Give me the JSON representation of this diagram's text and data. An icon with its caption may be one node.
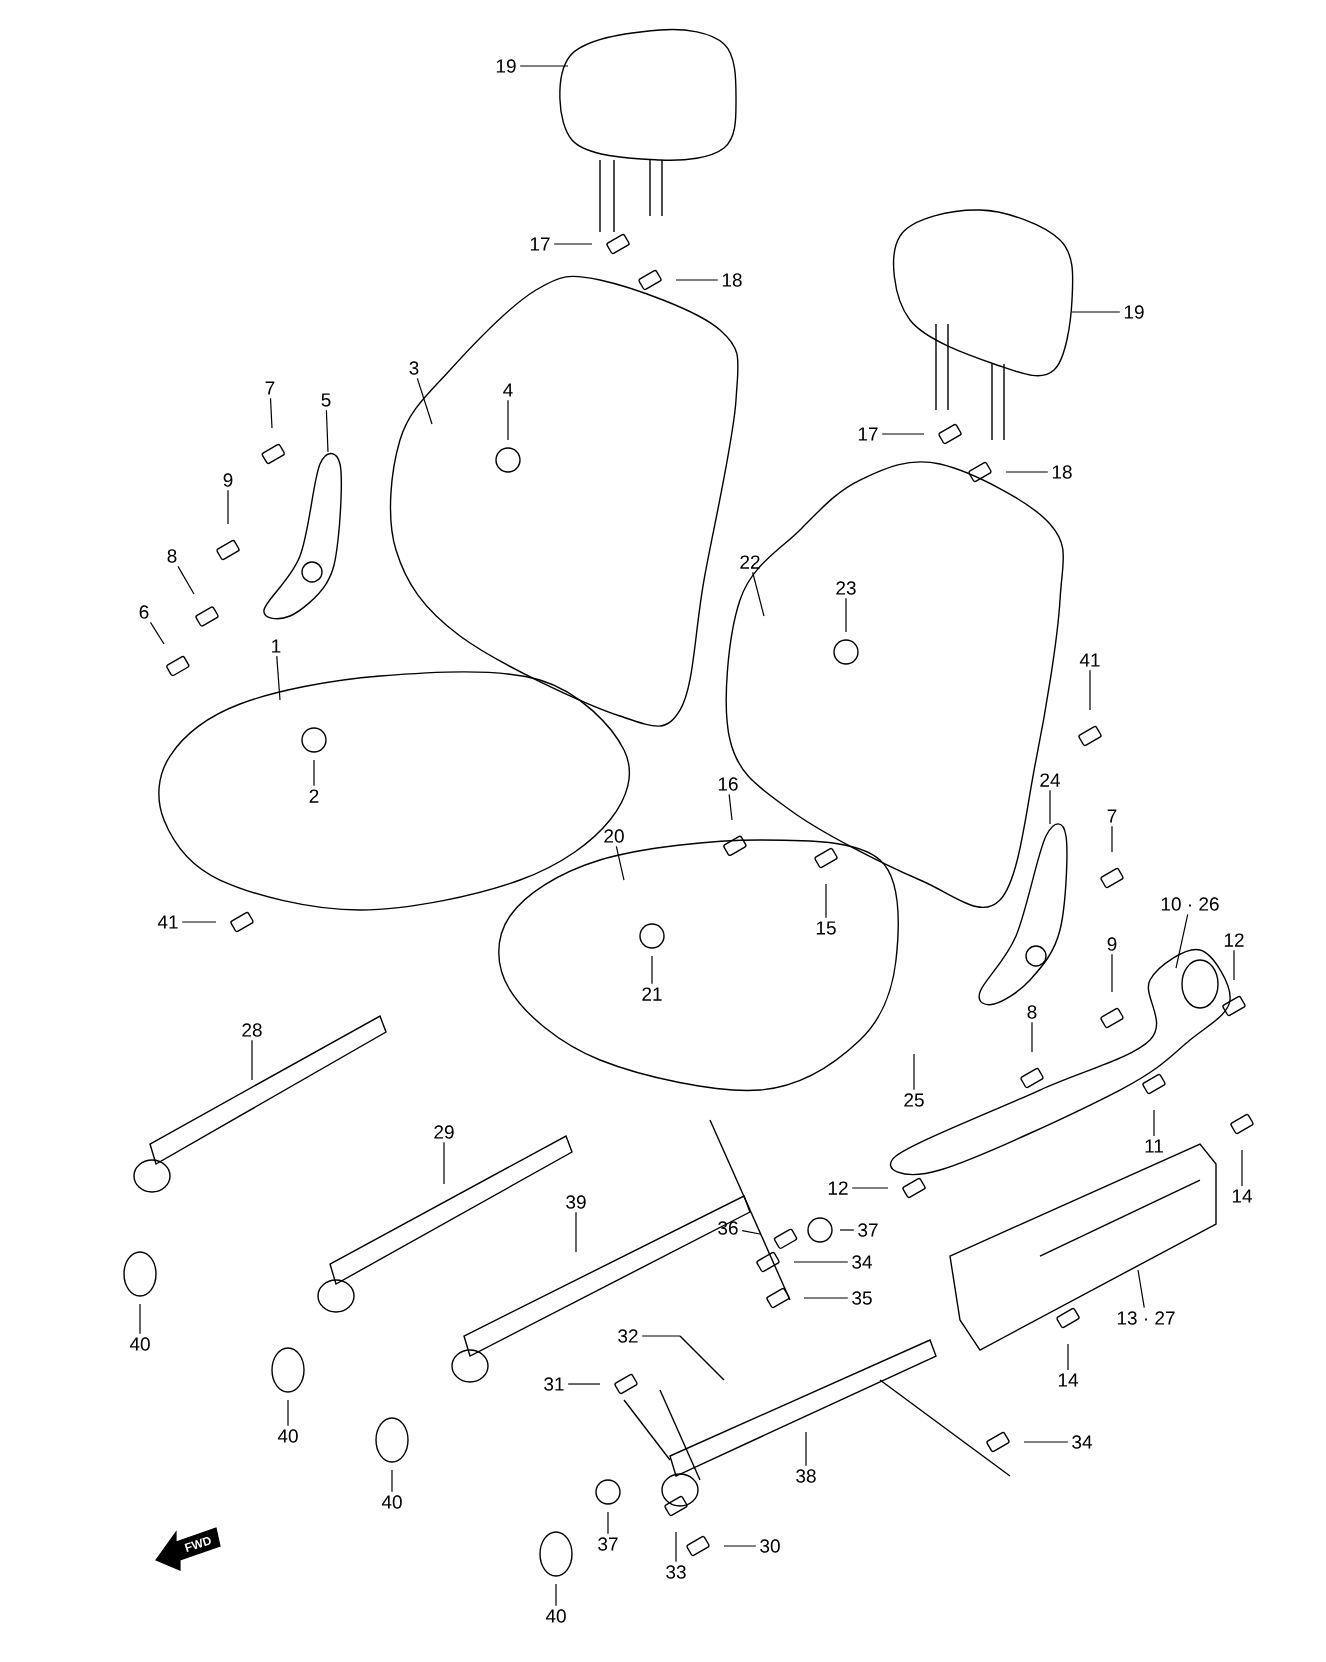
{
  "diagram": {
    "nodes": [
      {
        "text": [
          "19"
        ]
      },
      {
        "text": [
          "17"
        ]
      },
      {
        "text": [
          "18"
        ]
      },
      {
        "text": [
          "3"
        ]
      },
      {
        "text": [
          "4"
        ]
      },
      {
        "text": [
          "7"
        ]
      },
      {
        "text": [
          "5"
        ]
      },
      {
        "text": [
          "9"
        ]
      },
      {
        "text": [
          "8"
        ]
      },
      {
        "text": [
          "6"
        ]
      },
      {
        "text": [
          "1"
        ]
      },
      {
        "text": [
          "2"
        ]
      },
      {
        "text": [
          "19"
        ]
      },
      {
        "text": [
          "17"
        ]
      },
      {
        "text": [
          "18"
        ]
      },
      {
        "text": [
          "22"
        ]
      },
      {
        "text": [
          "23"
        ]
      },
      {
        "text": [
          "41"
        ]
      },
      {
        "text": [
          "16"
        ]
      },
      {
        "text": [
          "24"
        ]
      },
      {
        "text": [
          "7"
        ]
      },
      {
        "text": [
          "20"
        ]
      },
      {
        "text": [
          "15"
        ]
      },
      {
        "text": [
          "41"
        ]
      },
      {
        "text": [
          "10 · 26"
        ]
      },
      {
        "text": [
          "12"
        ]
      },
      {
        "text": [
          "9"
        ]
      },
      {
        "text": [
          "21"
        ]
      },
      {
        "text": [
          "8"
        ]
      },
      {
        "text": [
          "28"
        ]
      },
      {
        "text": [
          "25"
        ]
      },
      {
        "text": [
          "11"
        ]
      },
      {
        "text": [
          "29"
        ]
      },
      {
        "text": [
          "12"
        ]
      },
      {
        "text": [
          "14"
        ]
      },
      {
        "text": [
          "36"
        ]
      },
      {
        "text": [
          "37"
        ]
      },
      {
        "text": [
          "39"
        ]
      },
      {
        "text": [
          "34"
        ]
      },
      {
        "text": [
          "35"
        ]
      },
      {
        "text": [
          "32"
        ]
      },
      {
        "text": [
          "13 · 27"
        ]
      },
      {
        "text": [
          "40"
        ]
      },
      {
        "text": [
          "31"
        ]
      },
      {
        "text": [
          "14"
        ]
      },
      {
        "text": [
          "40"
        ]
      },
      {
        "text": [
          "34"
        ]
      },
      {
        "text": [
          "38"
        ]
      },
      {
        "text": [
          "40"
        ]
      },
      {
        "text": [
          "37"
        ]
      },
      {
        "text": [
          "33"
        ]
      },
      {
        "text": [
          "30"
        ]
      },
      {
        "text": [
          "40"
        ]
      }
    ],
    "edges": [
      {
        "from": 0,
        "to": null,
        "arrow": "none"
      },
      {
        "from": 1,
        "to": null,
        "arrow": "none"
      },
      {
        "from": 2,
        "to": null,
        "arrow": "none"
      },
      {
        "from": 3,
        "to": null,
        "arrow": "none"
      },
      {
        "from": 4,
        "to": null,
        "arrow": "none"
      },
      {
        "from": 5,
        "to": null,
        "arrow": "none"
      },
      {
        "from": 6,
        "to": null,
        "arrow": "none"
      },
      {
        "from": 7,
        "to": null,
        "arrow": "none"
      },
      {
        "from": 8,
        "to": null,
        "arrow": "none"
      },
      {
        "from": 9,
        "to": null,
        "arrow": "none"
      },
      {
        "from": 10,
        "to": null,
        "arrow": "none"
      },
      {
        "from": 11,
        "to": null,
        "arrow": "none"
      },
      {
        "from": 12,
        "to": null,
        "arrow": "none"
      },
      {
        "from": 13,
        "to": null,
        "arrow": "none"
      },
      {
        "from": 14,
        "to": null,
        "arrow": "none"
      },
      {
        "from": 15,
        "to": null,
        "arrow": "none"
      },
      {
        "from": 16,
        "to": null,
        "arrow": "none"
      },
      {
        "from": 17,
        "to": null,
        "arrow": "none"
      },
      {
        "from": 18,
        "to": null,
        "arrow": "none"
      },
      {
        "from": 19,
        "to": null,
        "arrow": "none"
      },
      {
        "from": 20,
        "to": null,
        "arrow": "none"
      },
      {
        "from": 21,
        "to": null,
        "arrow": "none"
      },
      {
        "from": 22,
        "to": null,
        "arrow": "none"
      },
      {
        "from": 23,
        "to": null,
        "arrow": "none"
      },
      {
        "from": 24,
        "to": null,
        "arrow": "none"
      },
      {
        "from": 25,
        "to": null,
        "arrow": "none"
      },
      {
        "from": 26,
        "to": null,
        "arrow": "none"
      },
      {
        "from": 27,
        "to": null,
        "arrow": "none"
      },
      {
        "from": 28,
        "to": null,
        "arrow": "none"
      },
      {
        "from": 29,
        "to": null,
        "arrow": "none"
      },
      {
        "from": 30,
        "to": null,
        "arrow": "none"
      },
      {
        "from": 31,
        "to": null,
        "arrow": "none"
      },
      {
        "from": 32,
        "to": null,
        "arrow": "none"
      },
      {
        "from": 33,
        "to": null,
        "arrow": "none"
      },
      {
        "from": 34,
        "to": null,
        "arrow": "none"
      },
      {
        "from": 35,
        "to": null,
        "arrow": "none"
      },
      {
        "from": 36,
        "to": null,
        "arrow": "none"
      },
      {
        "from": 37,
        "to": null,
        "arrow": "none"
      },
      {
        "from": 38,
        "to": null,
        "arrow": "none"
      },
      {
        "from": 39,
        "to": null,
        "arrow": "none"
      },
      {
        "from": 40,
        "to": null,
        "arrow": "none"
      },
      {
        "from": 41,
        "to": null,
        "arrow": "none"
      },
      {
        "from": 42,
        "to": null,
        "arrow": "none"
      },
      {
        "from": 43,
        "to": null,
        "arrow": "none"
      },
      {
        "from": 44,
        "to": null,
        "arrow": "none"
      },
      {
        "from": 45,
        "to": null,
        "arrow": "none"
      },
      {
        "from": 46,
        "to": null,
        "arrow": "none"
      },
      {
        "from": 47,
        "to": null,
        "arrow": "none"
      },
      {
        "from": 48,
        "to": null,
        "arrow": "none"
      },
      {
        "from": 49,
        "to": null,
        "arrow": "none"
      },
      {
        "from": 50,
        "to": null,
        "arrow": "none"
      },
      {
        "from": 51,
        "to": null,
        "arrow": "none"
      },
      {
        "from": 52,
        "to": null,
        "arrow": "none"
      }
    ],
    "labels": [
      "FWD"
    ]
  }
}
